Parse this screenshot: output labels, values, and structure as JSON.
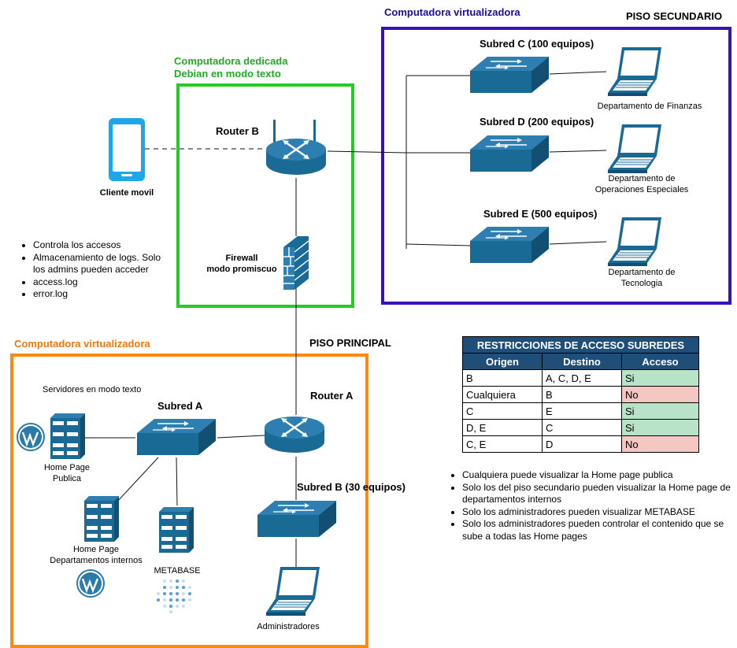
{
  "regions": {
    "virt_secondary": {
      "title": "Computadora virtualizadora",
      "floor": "PISO SECUNDARIO"
    },
    "dedicated": {
      "title_line1": "Computadora dedicada",
      "title_line2": "Debian en modo texto"
    },
    "virt_primary": {
      "title": "Computadora virtualizadora",
      "floor": "PISO PRINCIPAL"
    }
  },
  "nodes": {
    "router_b": "Router B",
    "firewall_line1": "Firewall",
    "firewall_line2": "modo promiscuo",
    "client": "Cliente movil",
    "subnet_c": "Subred C (100 equipos)",
    "subnet_d": "Subred D (200 equipos)",
    "subnet_e": "Subred E (500 equipos)",
    "finanzas": "Departamento de Finanzas",
    "operaciones_line1": "Departamento de",
    "operaciones_line2": "Operaciones Especiales",
    "tecnologia_line1": "Departamento de",
    "tecnologia_line2": "Tecnologia",
    "router_a": "Router A",
    "subnet_a": "Subred A",
    "subnet_b": "Subred B (30 equipos)",
    "servers_caption": "Servidores en modo texto",
    "home_public_line1": "Home Page",
    "home_public_line2": "Publica",
    "home_internal_line1": "Home Page",
    "home_internal_line2": "Departamentos internos",
    "metabase": "METABASE",
    "admins": "Administradores"
  },
  "router_b_notes": [
    "Controla los accesos",
    "Almacenamiento de logs. Solo los admins pueden acceder",
    "access.log",
    "error.log"
  ],
  "access_table": {
    "title": "RESTRICCIONES DE ACCESO SUBREDES",
    "headers": [
      "Origen",
      "Destino",
      "Acceso"
    ],
    "rows": [
      {
        "origin": "B",
        "dest": "A, C, D, E",
        "access": "Si"
      },
      {
        "origin": "Cualquiera",
        "dest": "B",
        "access": "No"
      },
      {
        "origin": "C",
        "dest": "E",
        "access": "Si"
      },
      {
        "origin": "D, E",
        "dest": "C",
        "access": "Si"
      },
      {
        "origin": "C, E",
        "dest": "D",
        "access": "No"
      }
    ]
  },
  "policy_notes": [
    "Cualquiera puede visualizar la Home page publica",
    "Solo los del piso secundario pueden visualizar la Home page de departamentos internos",
    "Solo los administradores pueden visualizar METABASE",
    "Solo los administradores pueden controlar el contenido que se sube a todas las Home pages"
  ],
  "colors": {
    "border_secondary": "#3a10b8",
    "border_dedicated": "#22cc22",
    "border_primary": "#ff8811",
    "device_blue": "#1a6a96",
    "phone_blue": "#1ea6e6",
    "firewall_red": "#1a6a96",
    "wordpress_blue": "#2a7aaa",
    "table_header": "#1f4e79",
    "allow_green": "#b8e3c8",
    "deny_red": "#f4c7c3"
  }
}
